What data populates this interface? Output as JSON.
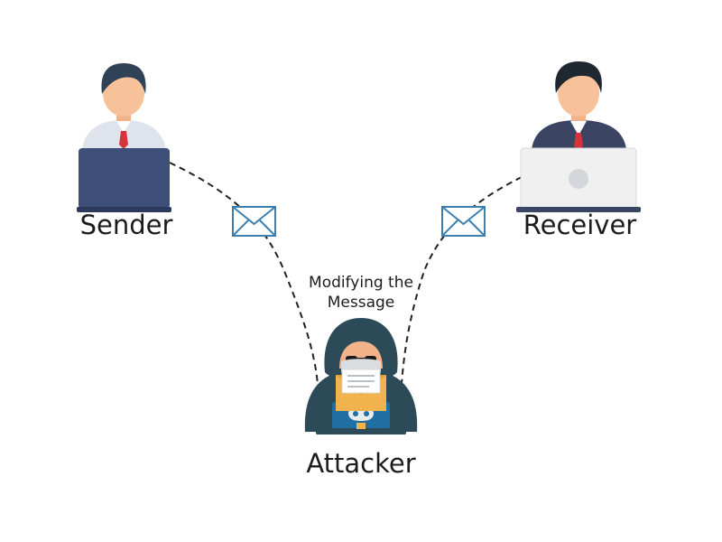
{
  "nodes": {
    "sender": {
      "label": "Sender"
    },
    "receiver": {
      "label": "Receiver"
    },
    "attacker": {
      "label": "Attacker"
    }
  },
  "annotation": {
    "line1": "Modifying the",
    "line2": "Message"
  },
  "icons": {
    "sender": "person-with-laptop-icon",
    "receiver": "person-with-laptop-icon",
    "attacker": "hooded-hacker-icon",
    "message": "envelope-icon"
  },
  "colors": {
    "sender_laptop": "#3e4f7a",
    "receiver_laptop": "#f0f0f0",
    "hacker_hood": "#2d4a58",
    "envelope_stroke": "#3b7fb0",
    "attacker_envelope": "#f2b24e",
    "connector": "#222222"
  }
}
